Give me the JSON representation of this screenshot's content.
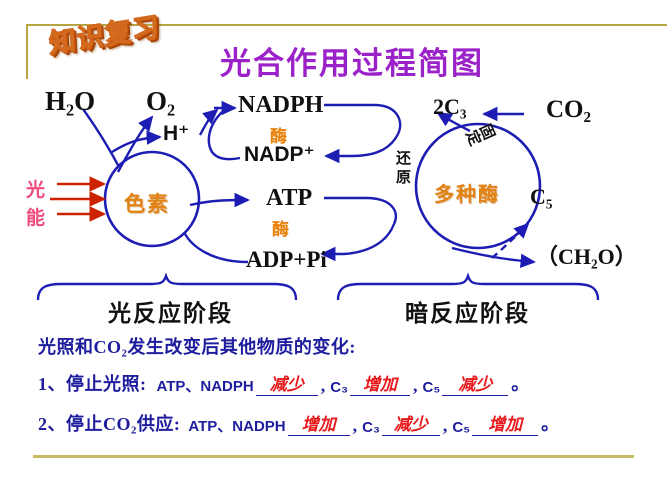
{
  "decor": {
    "wordart_text": "知识复习",
    "frame_color": "#b5a642"
  },
  "title": {
    "text": "光合作用过程简图",
    "color": "#9b21c9"
  },
  "diagram": {
    "light_reaction": {
      "water": "H₂O",
      "oxygen": "O₂",
      "proton": "H⁺",
      "nadph": "NADPH",
      "nadp_plus": "NADP⁺",
      "atp": "ATP",
      "adp_pi": "ADP+Pi",
      "enzyme_upper": "酶",
      "enzyme_lower": "酶",
      "pigment": "色素",
      "light_char_1": "光",
      "light_char_2": "能"
    },
    "dark_reaction": {
      "c3": "2C₃",
      "co2": "CO₂",
      "c5": "C₅",
      "product": "（CH₂O）",
      "enzymes": "多种酶",
      "fixation": "固定",
      "reduction": "还原"
    },
    "stage_labels": {
      "light": "光反应阶段",
      "dark": "暗反应阶段"
    },
    "colors": {
      "arrow_blue": "#1d1db4",
      "enzyme_orange": "#e8820c",
      "light_pink": "#ef4b7d",
      "light_arrow_red": "#cc2200"
    }
  },
  "question": {
    "heading": "光照和CO₂发生改变后其他物质的变化:",
    "rows": [
      {
        "number": "1、",
        "condition": "停止光照:",
        "substances": "ATP、NADPH",
        "answer1": "减少",
        "label2": "C₃",
        "answer2": "增加",
        "label3": "C₅",
        "answer3": "减少",
        "period": "。"
      },
      {
        "number": "2、",
        "condition": "停止CO₂供应:",
        "substances": "ATP、NADPH",
        "answer1": "增加",
        "label2": "C₃",
        "answer2": "减少",
        "label3": "C₅",
        "answer3": "增加",
        "period": "。"
      }
    ],
    "answer_color": "#e8191c",
    "text_color": "#1d1d9e"
  }
}
